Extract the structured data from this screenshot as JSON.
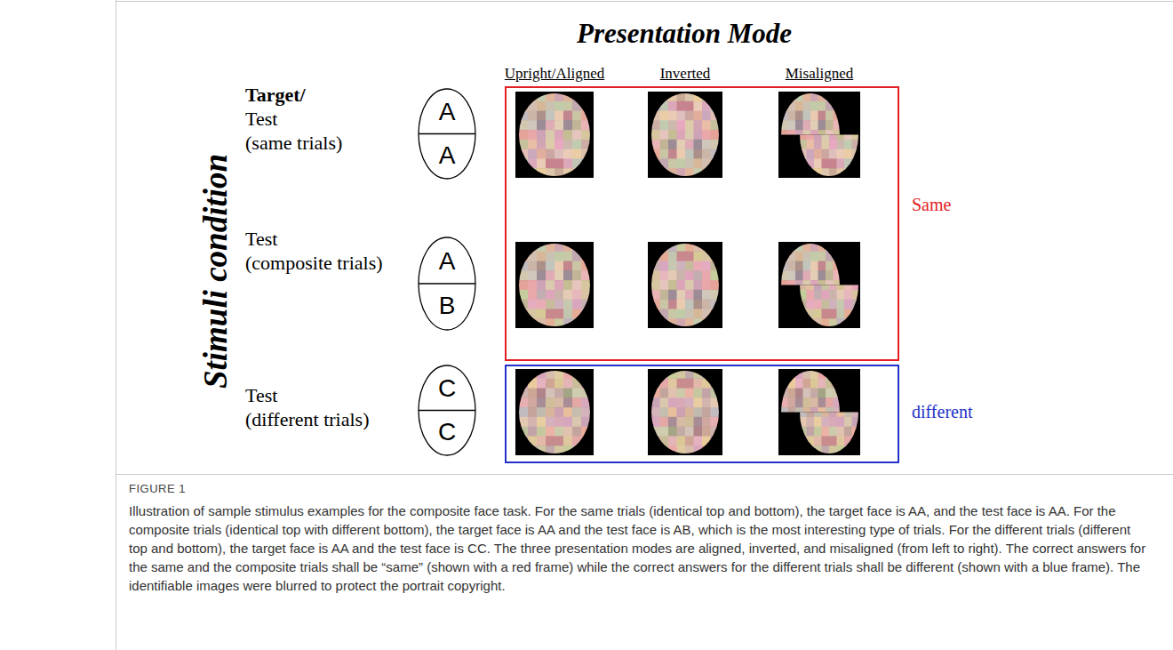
{
  "diagram": {
    "title": "Presentation Mode",
    "caption": "Illustration of sample stimulus examples for the composite face task. For the same trials (identical top and bottom), the target face is AA, and the test face is AA. For the composite trials (identical top with different bottom), the target face is AA and the test face is AB, which is the most interesting type of trials. For the different trials (different top and bottom), the target face is AA and the test face is CC. The three presentation modes are aligned, inverted, and misaligned (from left to right). The correct answers for the same and the composite trials shall be “same” (shown with a red frame) while the correct answers for the different trials shall be different (shown with a blue frame). The identifiable images were blurred to protect the portrait copyright.",
    "nodes": [
      {
        "text": [
          "A",
          "A"
        ]
      },
      {
        "text": [
          "A",
          "B"
        ]
      },
      {
        "text": [
          "C",
          "C"
        ]
      },
      {
        "text": [
          "Same"
        ]
      },
      {
        "text": [
          "different"
        ]
      }
    ],
    "labels": [
      "FIGURE 1",
      "Upright/Aligned",
      "Inverted",
      "Misaligned",
      "Stimuli condition",
      "Target/",
      "Test",
      "(same trials)",
      "Test",
      "(composite trials)",
      "Test",
      "(different trials)"
    ]
  }
}
